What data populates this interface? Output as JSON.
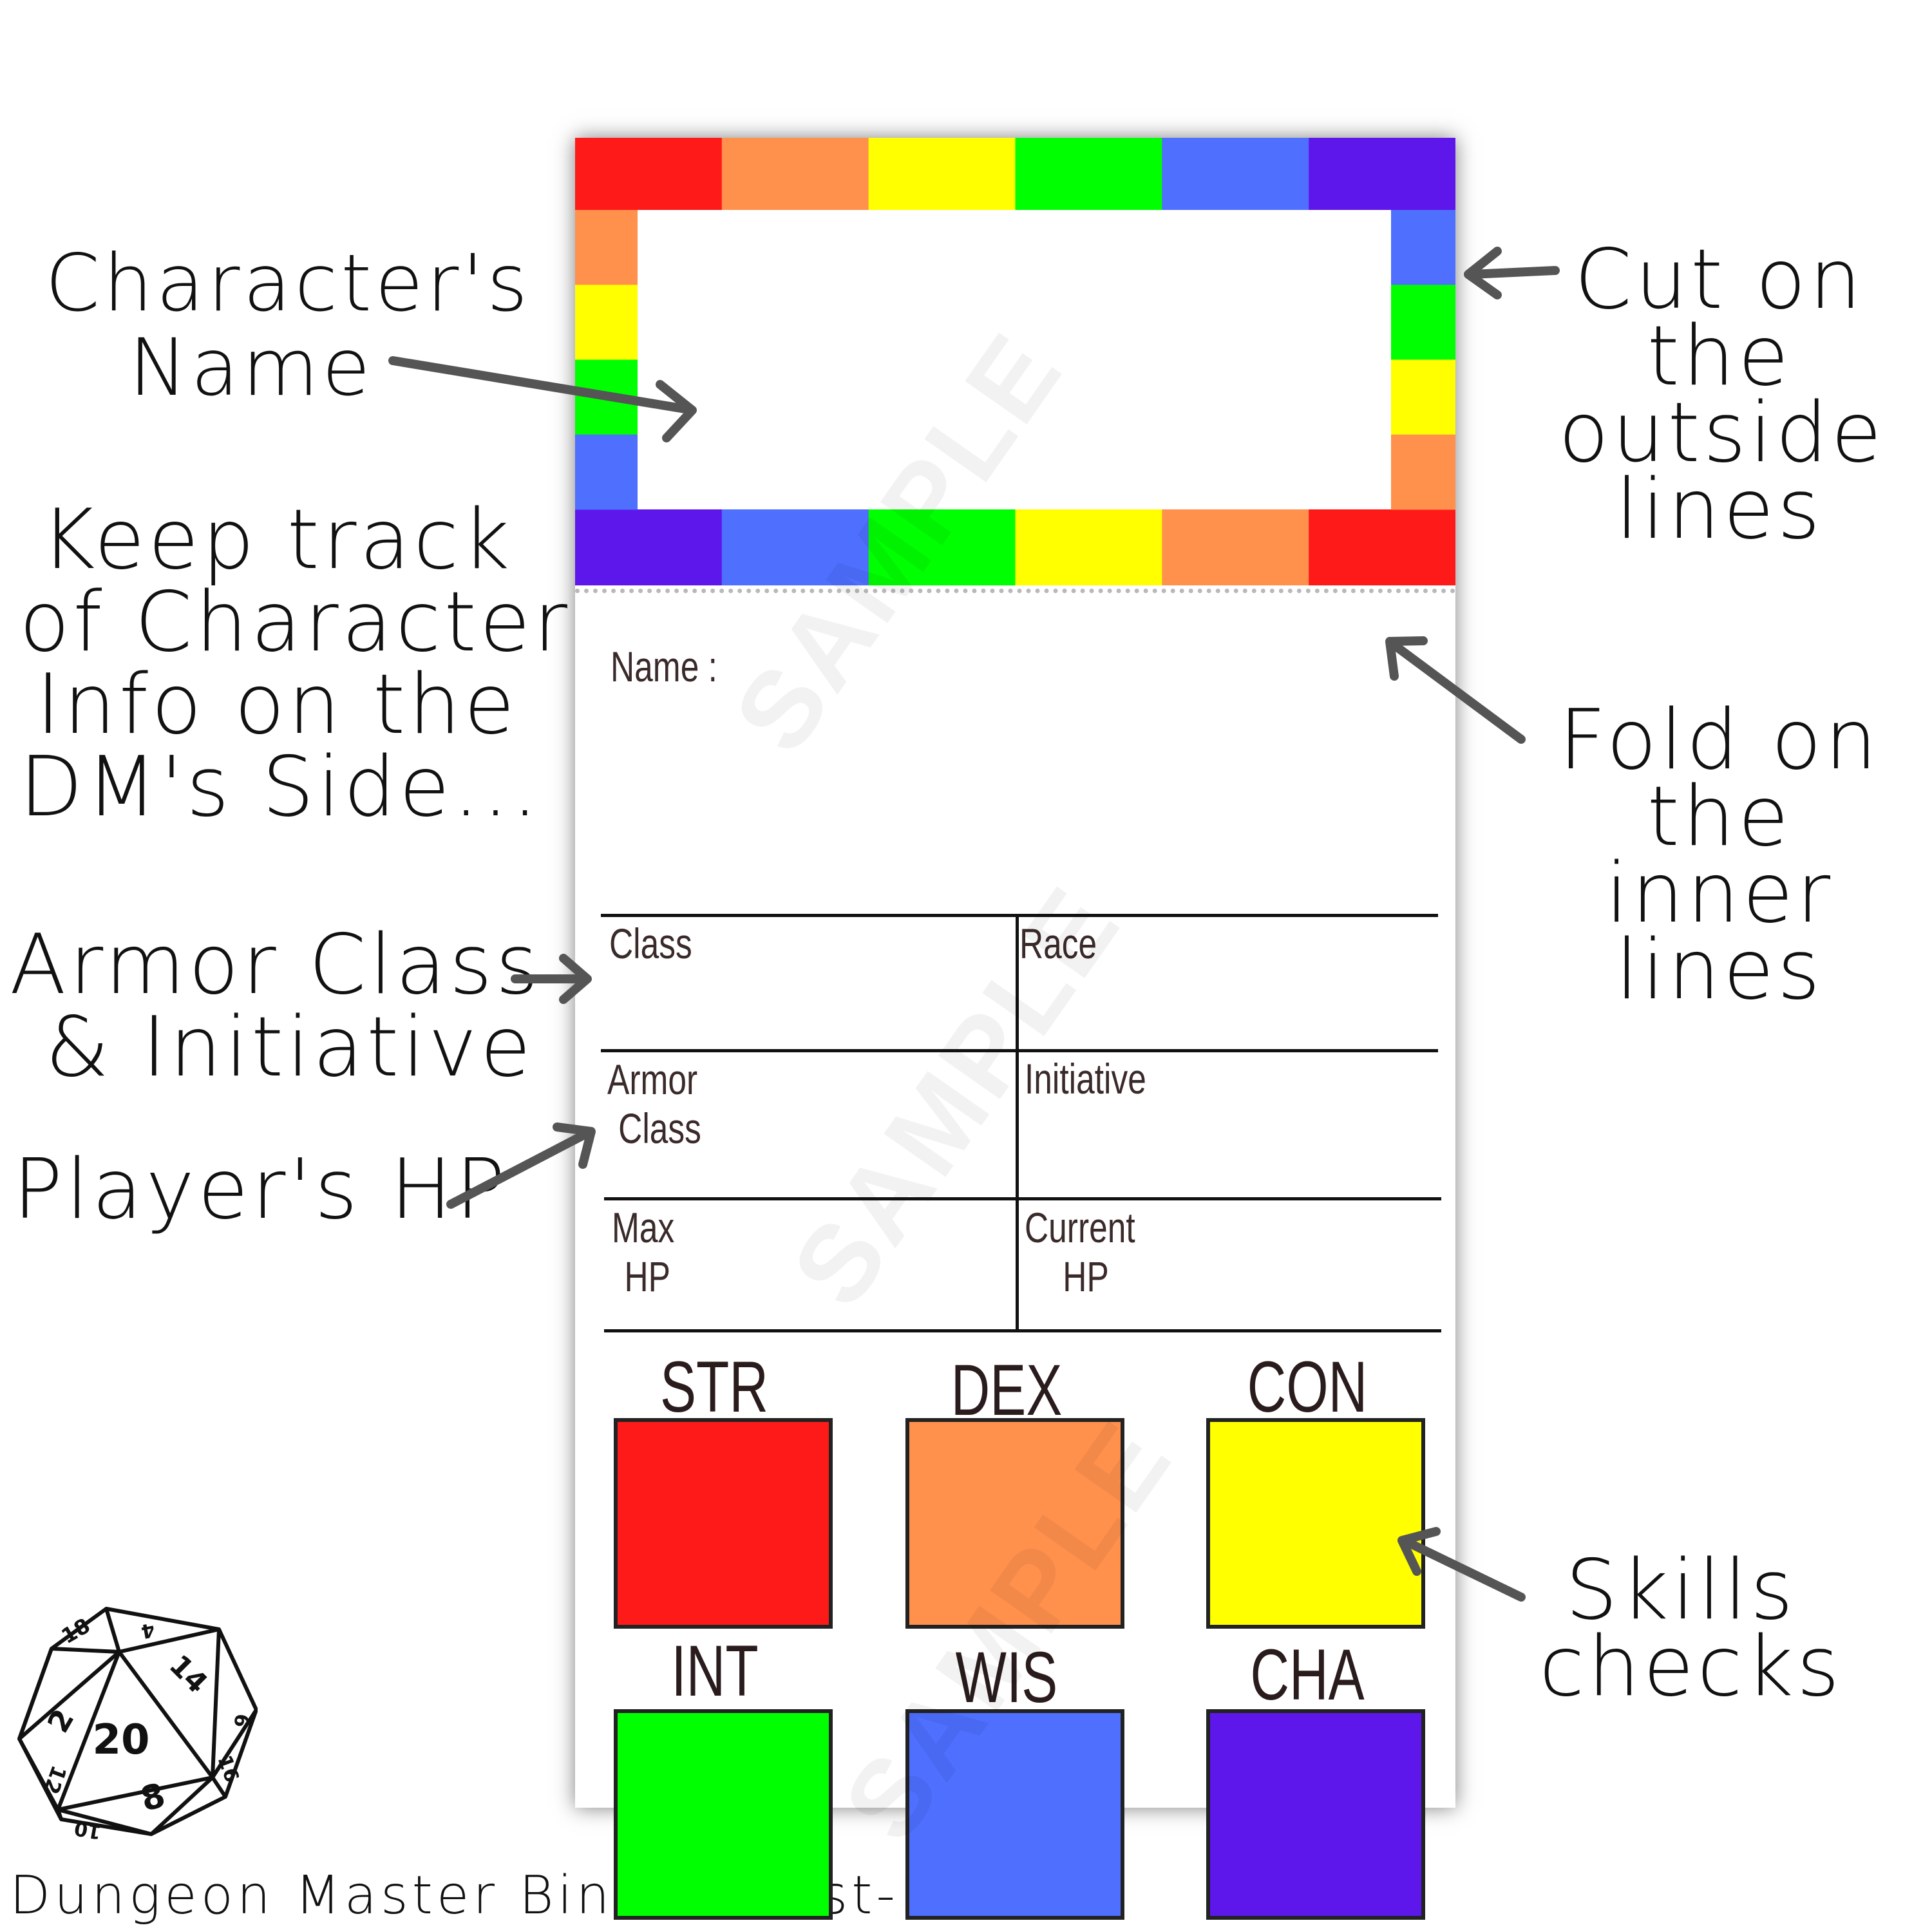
{
  "annotations": {
    "character_name": [
      "Character's",
      "Name"
    ],
    "keep_track": [
      "Keep track",
      "of Character",
      "Info on the",
      "DM's Side..."
    ],
    "armor_initiative": [
      "Armor Class",
      "& Initiative"
    ],
    "players_hp": "Player's HP",
    "cut": [
      "Cut on",
      "the",
      "outside",
      "lines"
    ],
    "fold": [
      "Fold on",
      "the",
      "inner",
      "lines"
    ],
    "skills": [
      "Skills",
      "checks"
    ]
  },
  "footer": "Dungeon Master Binder Must-Have",
  "watermark": "SAMPLE",
  "card": {
    "fields": {
      "name": "Name :",
      "class": "Class",
      "race": "Race",
      "armor_class": [
        "Armor",
        "Class"
      ],
      "initiative": "Initiative",
      "max_hp": [
        "Max",
        "HP"
      ],
      "current_hp": [
        "Current",
        "HP"
      ]
    },
    "stats": [
      {
        "label": "STR",
        "color": "#ff1a1a"
      },
      {
        "label": "DEX",
        "color": "#ff914d"
      },
      {
        "label": "CON",
        "color": "#ffff00"
      },
      {
        "label": "INT",
        "color": "#00ff00"
      },
      {
        "label": "WIS",
        "color": "#4f6fff"
      },
      {
        "label": "CHA",
        "color": "#5e17eb"
      }
    ],
    "rainbow_colors": {
      "red": "#ff1a1a",
      "orange": "#ff914d",
      "yellow": "#ffff00",
      "green": "#00ff00",
      "blue": "#4f6fff",
      "purple": "#5e17eb"
    }
  },
  "d20": {
    "faces": [
      "20",
      "2",
      "14",
      "8",
      "18",
      "4",
      "12",
      "10",
      "16",
      "6"
    ]
  }
}
